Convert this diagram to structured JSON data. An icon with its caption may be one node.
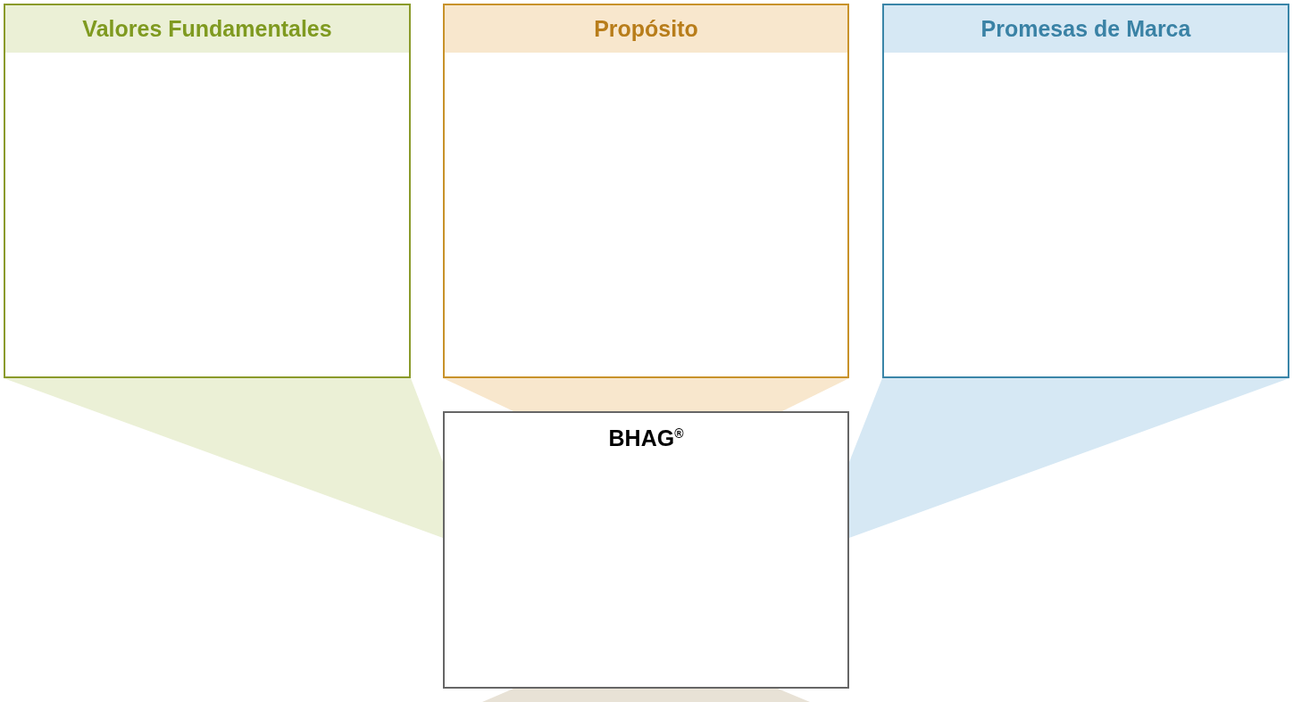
{
  "diagram": {
    "nodes": [
      {
        "text": [
          "Valores Fundamentales"
        ]
      },
      {
        "text": [
          "Propósito"
        ]
      },
      {
        "text": [
          "Promesas de Marca"
        ]
      },
      {
        "text": [
          "BHAG$^{®}$"
        ]
      }
    ],
    "edges": [
      {
        "from": 0,
        "to": 3,
        "arrow": "none",
        "color": "#ebf0d6"
      },
      {
        "from": 1,
        "to": 3,
        "arrow": "none",
        "color": "#f8e7cd"
      },
      {
        "from": 2,
        "to": 3,
        "arrow": "none",
        "color": "#d6e8f4"
      },
      {
        "from": 3,
        "to": null,
        "arrow": "none",
        "color": "#e8e2d6"
      }
    ]
  }
}
